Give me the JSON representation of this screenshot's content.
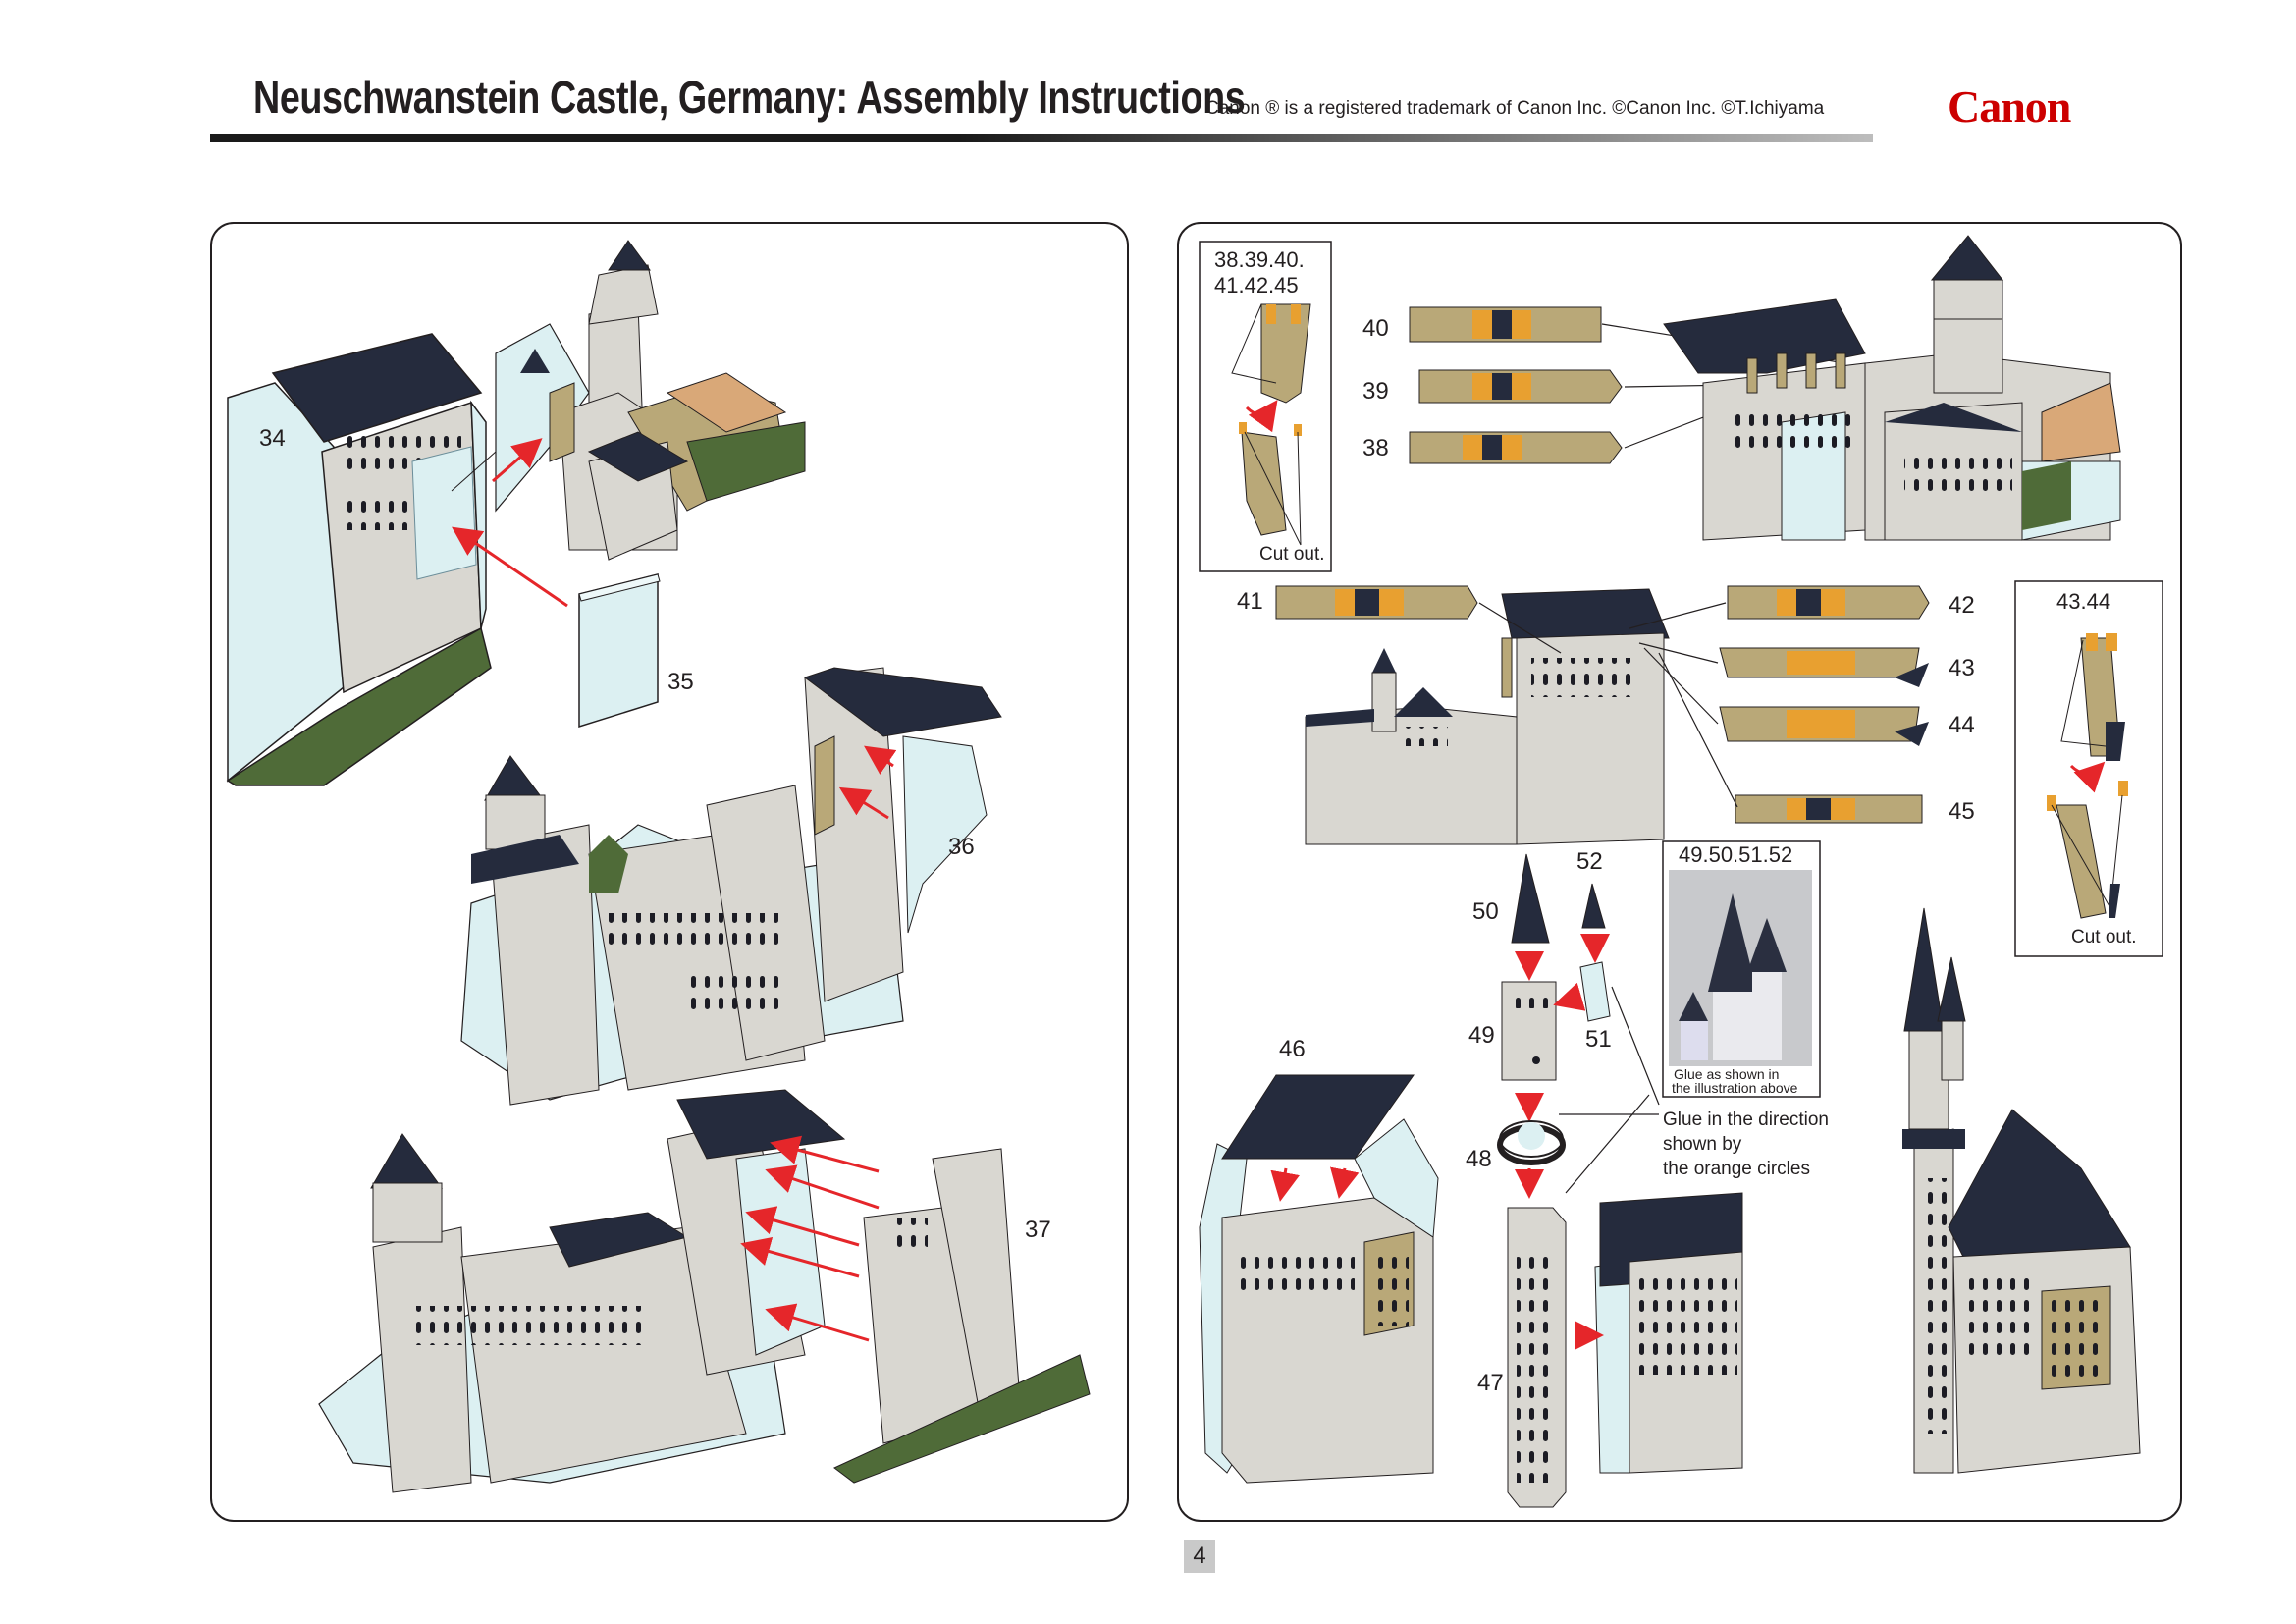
{
  "header": {
    "title": "Neuschwanstein Castle, Germany: Assembly Instructions",
    "trademark_note": "Canon ® is a registered trademark of Canon Inc. ©Canon Inc. ©T.Ichiyama",
    "logo": "Canon"
  },
  "colors": {
    "roof": "#252b3d",
    "wall": "#d9d7d1",
    "tan": "#b9a878",
    "light_blue": "#dcf0f2",
    "grass": "#4f6b38",
    "arrow": "#e5262a",
    "logo_red": "#cc0000"
  },
  "left_panel": {
    "labels": {
      "p34": "34",
      "p35": "35",
      "p36": "36",
      "p37": "37"
    }
  },
  "right_panel": {
    "inset_top": {
      "line1": "38.39.40.",
      "line2": "41.42.45",
      "cut": "Cut out."
    },
    "inset_right": {
      "title": "43.44",
      "cut": "Cut out."
    },
    "labels": {
      "p38": "38",
      "p39": "39",
      "p40": "40",
      "p41": "41",
      "p42": "42",
      "p43": "43",
      "p44": "44",
      "p45": "45",
      "p46": "46",
      "p47": "47",
      "p48": "48",
      "p49": "49",
      "p50": "50",
      "p51": "51",
      "p52": "52"
    },
    "photo_box": {
      "title": "49.50.51.52",
      "caption1": "Glue as shown in",
      "caption2": "the illustration above"
    },
    "note": {
      "line1": "Glue in the direction",
      "line2": "shown by",
      "line3": "the orange circles"
    }
  },
  "page_number": "4"
}
